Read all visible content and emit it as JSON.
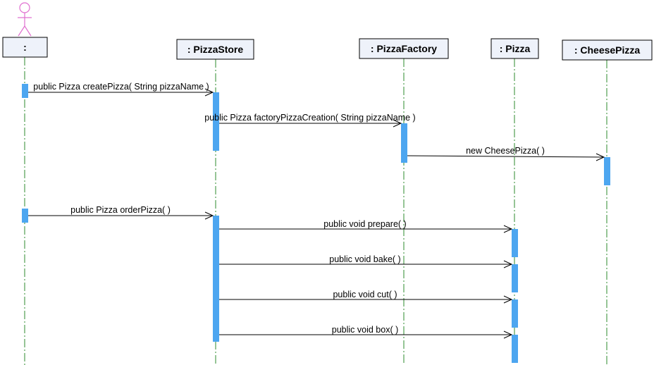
{
  "colors": {
    "lifeline": "#2e8b2e",
    "activation": "#4da6f0",
    "header_fill": "#eef2fa",
    "header_border": "#000000",
    "actor": "#e070d0",
    "arrow": "#000000"
  },
  "participants": [
    {
      "id": "actor",
      "label": ":",
      "kind": "actor"
    },
    {
      "id": "store",
      "label": ": PizzaStore",
      "kind": "object"
    },
    {
      "id": "factory",
      "label": ": PizzaFactory",
      "kind": "object"
    },
    {
      "id": "pizza",
      "label": ": Pizza",
      "kind": "object"
    },
    {
      "id": "cheese",
      "label": ": CheesePizza",
      "kind": "object"
    }
  ],
  "messages": [
    {
      "from": "actor",
      "to": "store",
      "label": "public Pizza  createPizza( String pizzaName )"
    },
    {
      "from": "store",
      "to": "factory",
      "label": "public Pizza  factoryPizzaCreation( String pizzaName )"
    },
    {
      "from": "factory",
      "to": "cheese",
      "label": "new CheesePizza( )"
    },
    {
      "from": "actor",
      "to": "store",
      "label": "public Pizza  orderPizza(  )"
    },
    {
      "from": "store",
      "to": "pizza",
      "label": "public void  prepare(  )"
    },
    {
      "from": "store",
      "to": "pizza",
      "label": "public void  bake(  )"
    },
    {
      "from": "store",
      "to": "pizza",
      "label": "public void  cut(  )"
    },
    {
      "from": "store",
      "to": "pizza",
      "label": "public void  box(  )"
    }
  ]
}
